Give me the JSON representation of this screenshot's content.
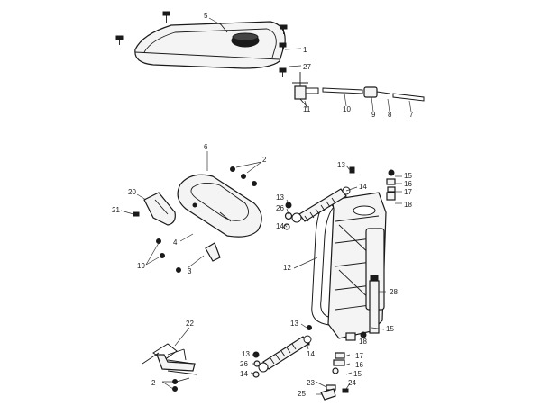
{
  "callouts": {
    "c1": "1",
    "c2a": "2",
    "c2b": "2",
    "c3": "3",
    "c4": "4",
    "c5": "5",
    "c6": "6",
    "c7": "7",
    "c8": "8",
    "c9": "9",
    "c10": "10",
    "c11": "11",
    "c12": "12",
    "c13a": "13",
    "c13b": "13",
    "c13c": "13",
    "c13d": "13",
    "c14a": "14",
    "c14b": "14",
    "c14c": "14",
    "c14d": "14",
    "c15a": "15",
    "c15b": "15",
    "c15c": "15",
    "c16a": "16",
    "c16b": "16",
    "c17a": "17",
    "c17b": "17",
    "c18a": "18",
    "c18b": "18",
    "c19": "19",
    "c20": "20",
    "c21": "21",
    "c22": "22",
    "c23": "23",
    "c24": "24",
    "c25": "25",
    "c26a": "26",
    "c26b": "26",
    "c27": "27",
    "c28": "28"
  }
}
